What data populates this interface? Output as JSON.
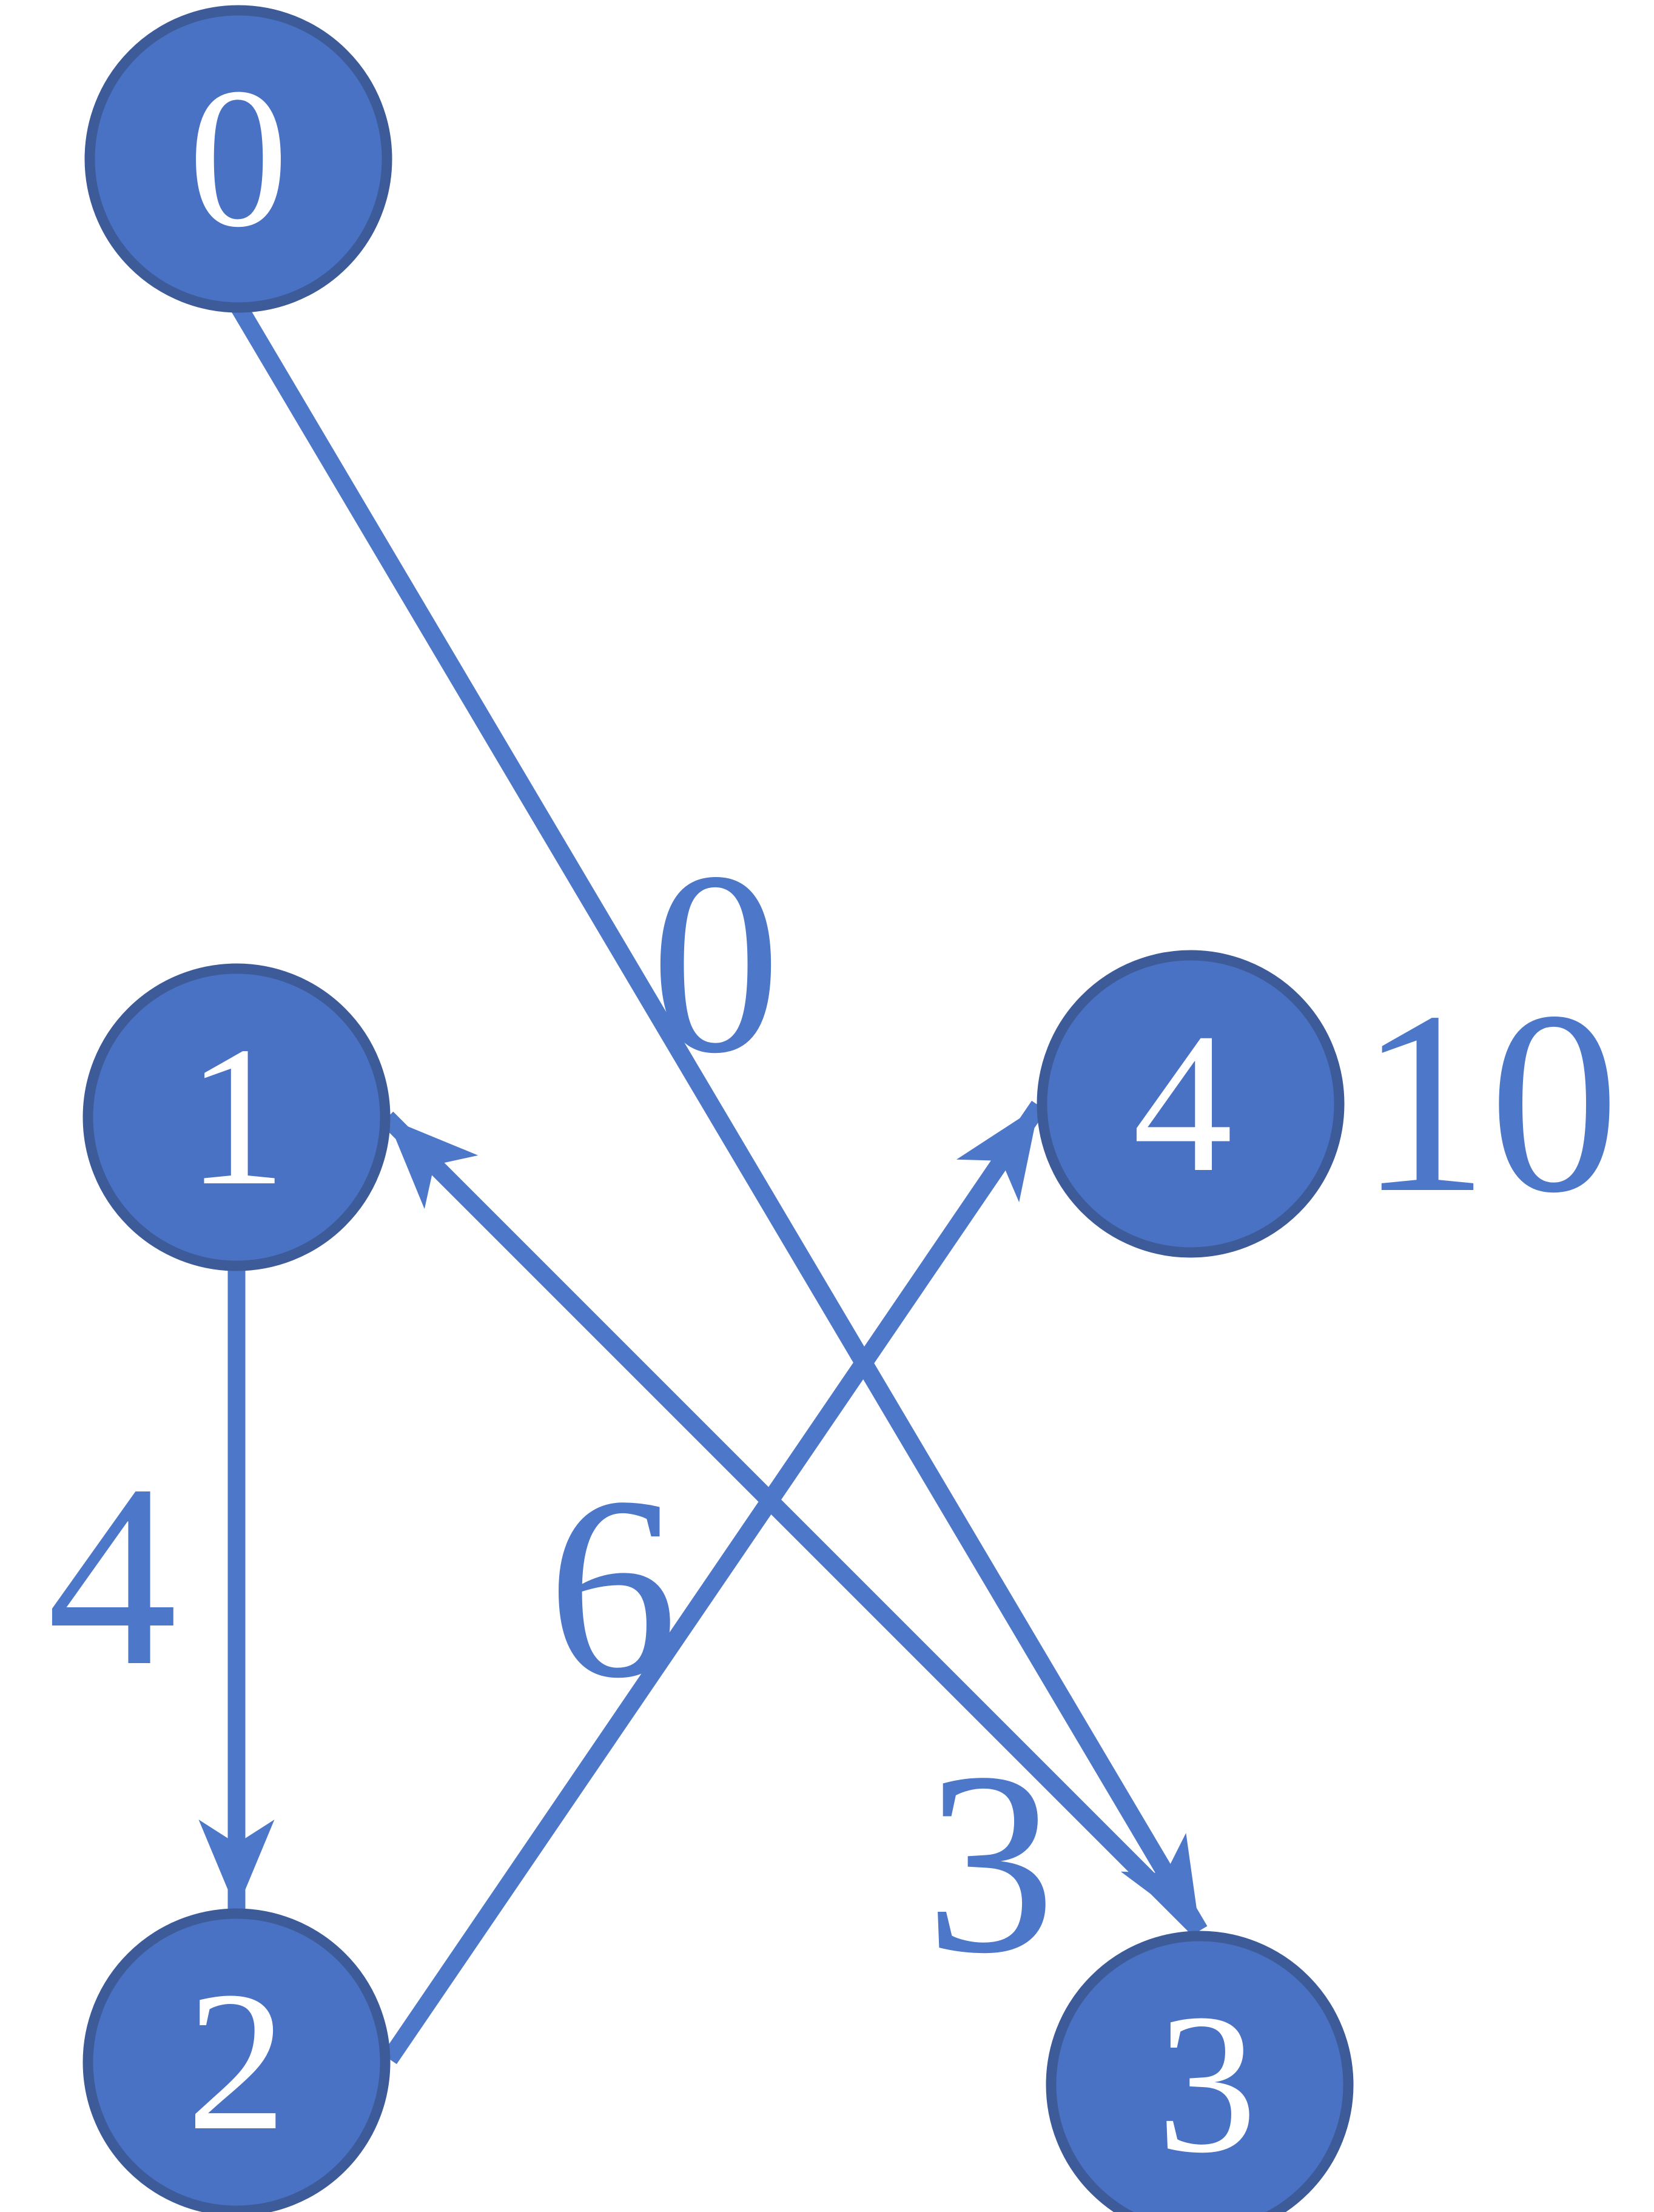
{
  "diagram": {
    "type": "directed-weighted-graph",
    "background": "#ffffff",
    "description": "Five blue circular nodes connected by blue arrows with serif numeric weight labels"
  },
  "colors": {
    "edge": "#4d78c9",
    "label": "#4d78c9",
    "node_fill": "#4a72c4",
    "node_stroke": "#3e5b99",
    "node_text": "#ffffff"
  },
  "nodes": [
    {
      "id": "0",
      "label": "0",
      "position": "top-left"
    },
    {
      "id": "1",
      "label": "1",
      "position": "middle-left"
    },
    {
      "id": "2",
      "label": "2",
      "position": "bottom-left"
    },
    {
      "id": "3",
      "label": "3",
      "position": "bottom-right"
    },
    {
      "id": "4",
      "label": "4",
      "position": "middle-right"
    }
  ],
  "edges": [
    {
      "from": "0",
      "to": "3",
      "weight": "0",
      "weight_label_position": "midpoint-above-line"
    },
    {
      "from": "1",
      "to": "2",
      "weight": "4",
      "weight_label_position": "left-of-line"
    },
    {
      "from": "2",
      "to": "4",
      "weight": "6",
      "weight_label_position": "left-of-line"
    },
    {
      "from": "3",
      "to": "1",
      "weight": "3",
      "weight_label_position": "near-node-3"
    }
  ],
  "annotations": [
    {
      "text": "10",
      "attached_to": "node-4",
      "position": "right-of-node-4"
    }
  ]
}
